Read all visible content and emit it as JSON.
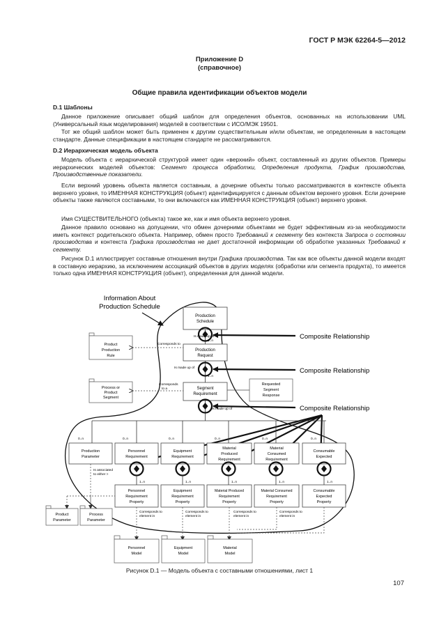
{
  "header": {
    "standard": "ГОСТ Р МЭК 62264-5—2012"
  },
  "appendix": {
    "title": "Приложение D",
    "subtitle": "(справочное)"
  },
  "section_title": "Общие правила идентификации объектов модели",
  "d1": {
    "heading": "D.1 Шаблоны",
    "p1": "Данное приложение описывает общий шаблон для определения объектов, основанных на использовании UML (Универсальный язык моделирования) моделей в соответствии с ИСО/МЭК 19501.",
    "p2": "Тот же общий шаблон может быть применен к другим существительным и/или объектам, не определенным в настоящем стандарте. Данные спецификации в настоящем стандарте не рассматриваются."
  },
  "d2": {
    "heading": "D.2 Иерархическая модель объекта",
    "p1a": "Модель объекта с иерархической структурой имеет один «верхний» объект, составленный из других объектов. Примеры иерархических моделей объектов: ",
    "p1b": "Сегмент процесса обработки, Определения продукта, График производства, Производственные показатели.",
    "p2": "Если верхний уровень объекта является составным, а дочерние объекты только рассматриваются в контексте объекта верхнего уровня, то ИМЕННАЯ КОНСТРУКЦИЯ (объект) идентифицируется с данным объектом верхнего уровня. Если дочерние объекты также являются составными, то они включаются как ИМЕННАЯ КОНСТРУКЦИЯ (объект) верхнего уровня.",
    "p3": "Имя СУЩЕСТВИТЕЛЬНОГО (объекта) такое же, как и имя объекта верхнего уровня.",
    "p4a": "Данное правило основано на допущении, что обмен дочерними объектами не будет эффективным из-за необходимости иметь контекст родительского объекта. Например, обмен просто ",
    "p4b": "Требований к сегменту",
    "p4c": " без контекста ",
    "p4d": "Запроса о состоянии производства",
    "p4e": " и контекста ",
    "p4f": "Графика производства",
    "p4g": " не дает достаточной информации об обработке указанных ",
    "p4h": "Требований к сегменту.",
    "p5a": "Рисунок D.1 иллюстрирует составные отношения внутри ",
    "p5b": "Графика производства.",
    "p5c": " Так как все объекты данной модели входят в составную иерархию, за исключением ассоциаций объектов в других моделях (обработки или сегмента продукта), то имеется только одна ИМЕННАЯ КОНСТРУКЦИЯ (объект), определенная для данной модели."
  },
  "figure": {
    "info_label": "Information About Production Schedule",
    "composite_label": "Composite Relationship",
    "boxes": {
      "production_schedule": "Production Schedule",
      "production_request": "Production Request",
      "segment_requirement": "Segment Requirement",
      "product_production_rule": "Product Production Rule",
      "process_product_segment": "Process or Product Segment",
      "requested_segment_response": "Requested Segment Response",
      "production_parameter": "Production Parameter",
      "personnel_requirement": "Personnel Requirement",
      "equipment_requirement": "Equipment Requirement",
      "material_produced_requirement": "Material Produced Requirement",
      "material_consumed_requirement": "Material Consumed Requirement",
      "consumable_expected": "Consumable Expected",
      "personnel_req_property": "Personnel Requirement Property",
      "equipment_req_property": "Equipment Requirement Property",
      "material_produced_req_property": "Material Produced Requirement Property",
      "material_consumed_req_property": "Material Consumed Requirement Property",
      "consumable_expected_property": "Consumable Expected Property",
      "product_parameter": "Product Parameter",
      "process_parameter": "Process Parameter",
      "personnel_model": "Personnel Model",
      "equipment_model": "Equipment Model",
      "material_model": "Material Model"
    },
    "labels": {
      "is_made_up_of": "Is made up of",
      "corresponds_to": "Corresponds to",
      "corresponds_to_a": "Corresponds to a",
      "corresponds_to_element_in": "Corresponds to element in",
      "is_associated_to_either": "Is associated to either >",
      "mult_1n": "1..n",
      "mult_0n": "0..n"
    }
  },
  "caption": "Рисунок D.1 — Модель объекта с составными отношениями, лист 1",
  "page_number": "107"
}
